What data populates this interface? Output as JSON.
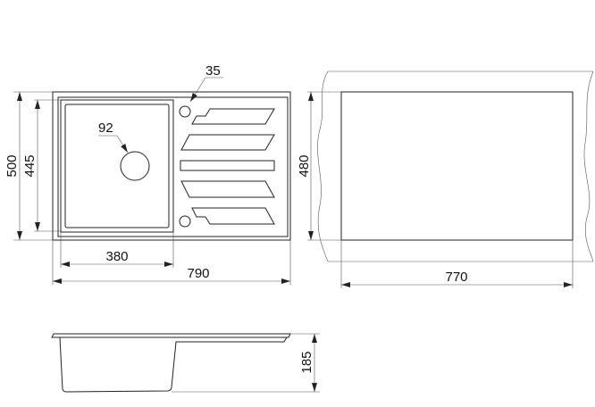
{
  "drawing": {
    "top_view": {
      "tap_hole_diameter": "35",
      "drain_diameter": "92",
      "overall_depth": "500",
      "bowl_depth": "445",
      "bowl_width": "380",
      "overall_width": "790"
    },
    "cutout_view": {
      "cutout_depth": "480",
      "cutout_width": "770"
    },
    "side_view": {
      "height": "185"
    }
  }
}
